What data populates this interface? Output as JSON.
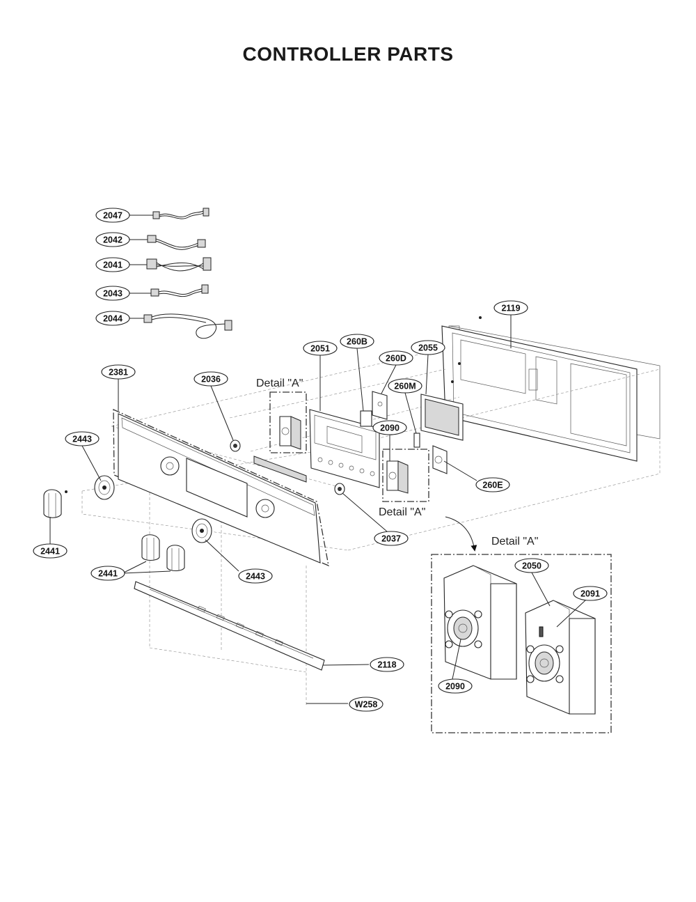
{
  "title": "CONTROLLER PARTS",
  "detail_label": "Detail \"A\"",
  "callouts": [
    {
      "id": "c2047",
      "label": "2047"
    },
    {
      "id": "c2042",
      "label": "2042"
    },
    {
      "id": "c2041",
      "label": "2041"
    },
    {
      "id": "c2043",
      "label": "2043"
    },
    {
      "id": "c2044",
      "label": "2044"
    },
    {
      "id": "c2119",
      "label": "2119"
    },
    {
      "id": "c2051",
      "label": "2051"
    },
    {
      "id": "c260B",
      "label": "260B"
    },
    {
      "id": "c2055",
      "label": "2055"
    },
    {
      "id": "c260D",
      "label": "260D"
    },
    {
      "id": "c2381",
      "label": "2381"
    },
    {
      "id": "c2036",
      "label": "2036"
    },
    {
      "id": "c260M",
      "label": "260M"
    },
    {
      "id": "c2090a",
      "label": "2090"
    },
    {
      "id": "c2443a",
      "label": "2443"
    },
    {
      "id": "c260E",
      "label": "260E"
    },
    {
      "id": "c2037",
      "label": "2037"
    },
    {
      "id": "c2441a",
      "label": "2441"
    },
    {
      "id": "c2441b",
      "label": "2441"
    },
    {
      "id": "c2443b",
      "label": "2443"
    },
    {
      "id": "c2050",
      "label": "2050"
    },
    {
      "id": "c2091",
      "label": "2091"
    },
    {
      "id": "c2090b",
      "label": "2090"
    },
    {
      "id": "c2118",
      "label": "2118"
    },
    {
      "id": "cW258",
      "label": "W258"
    }
  ]
}
